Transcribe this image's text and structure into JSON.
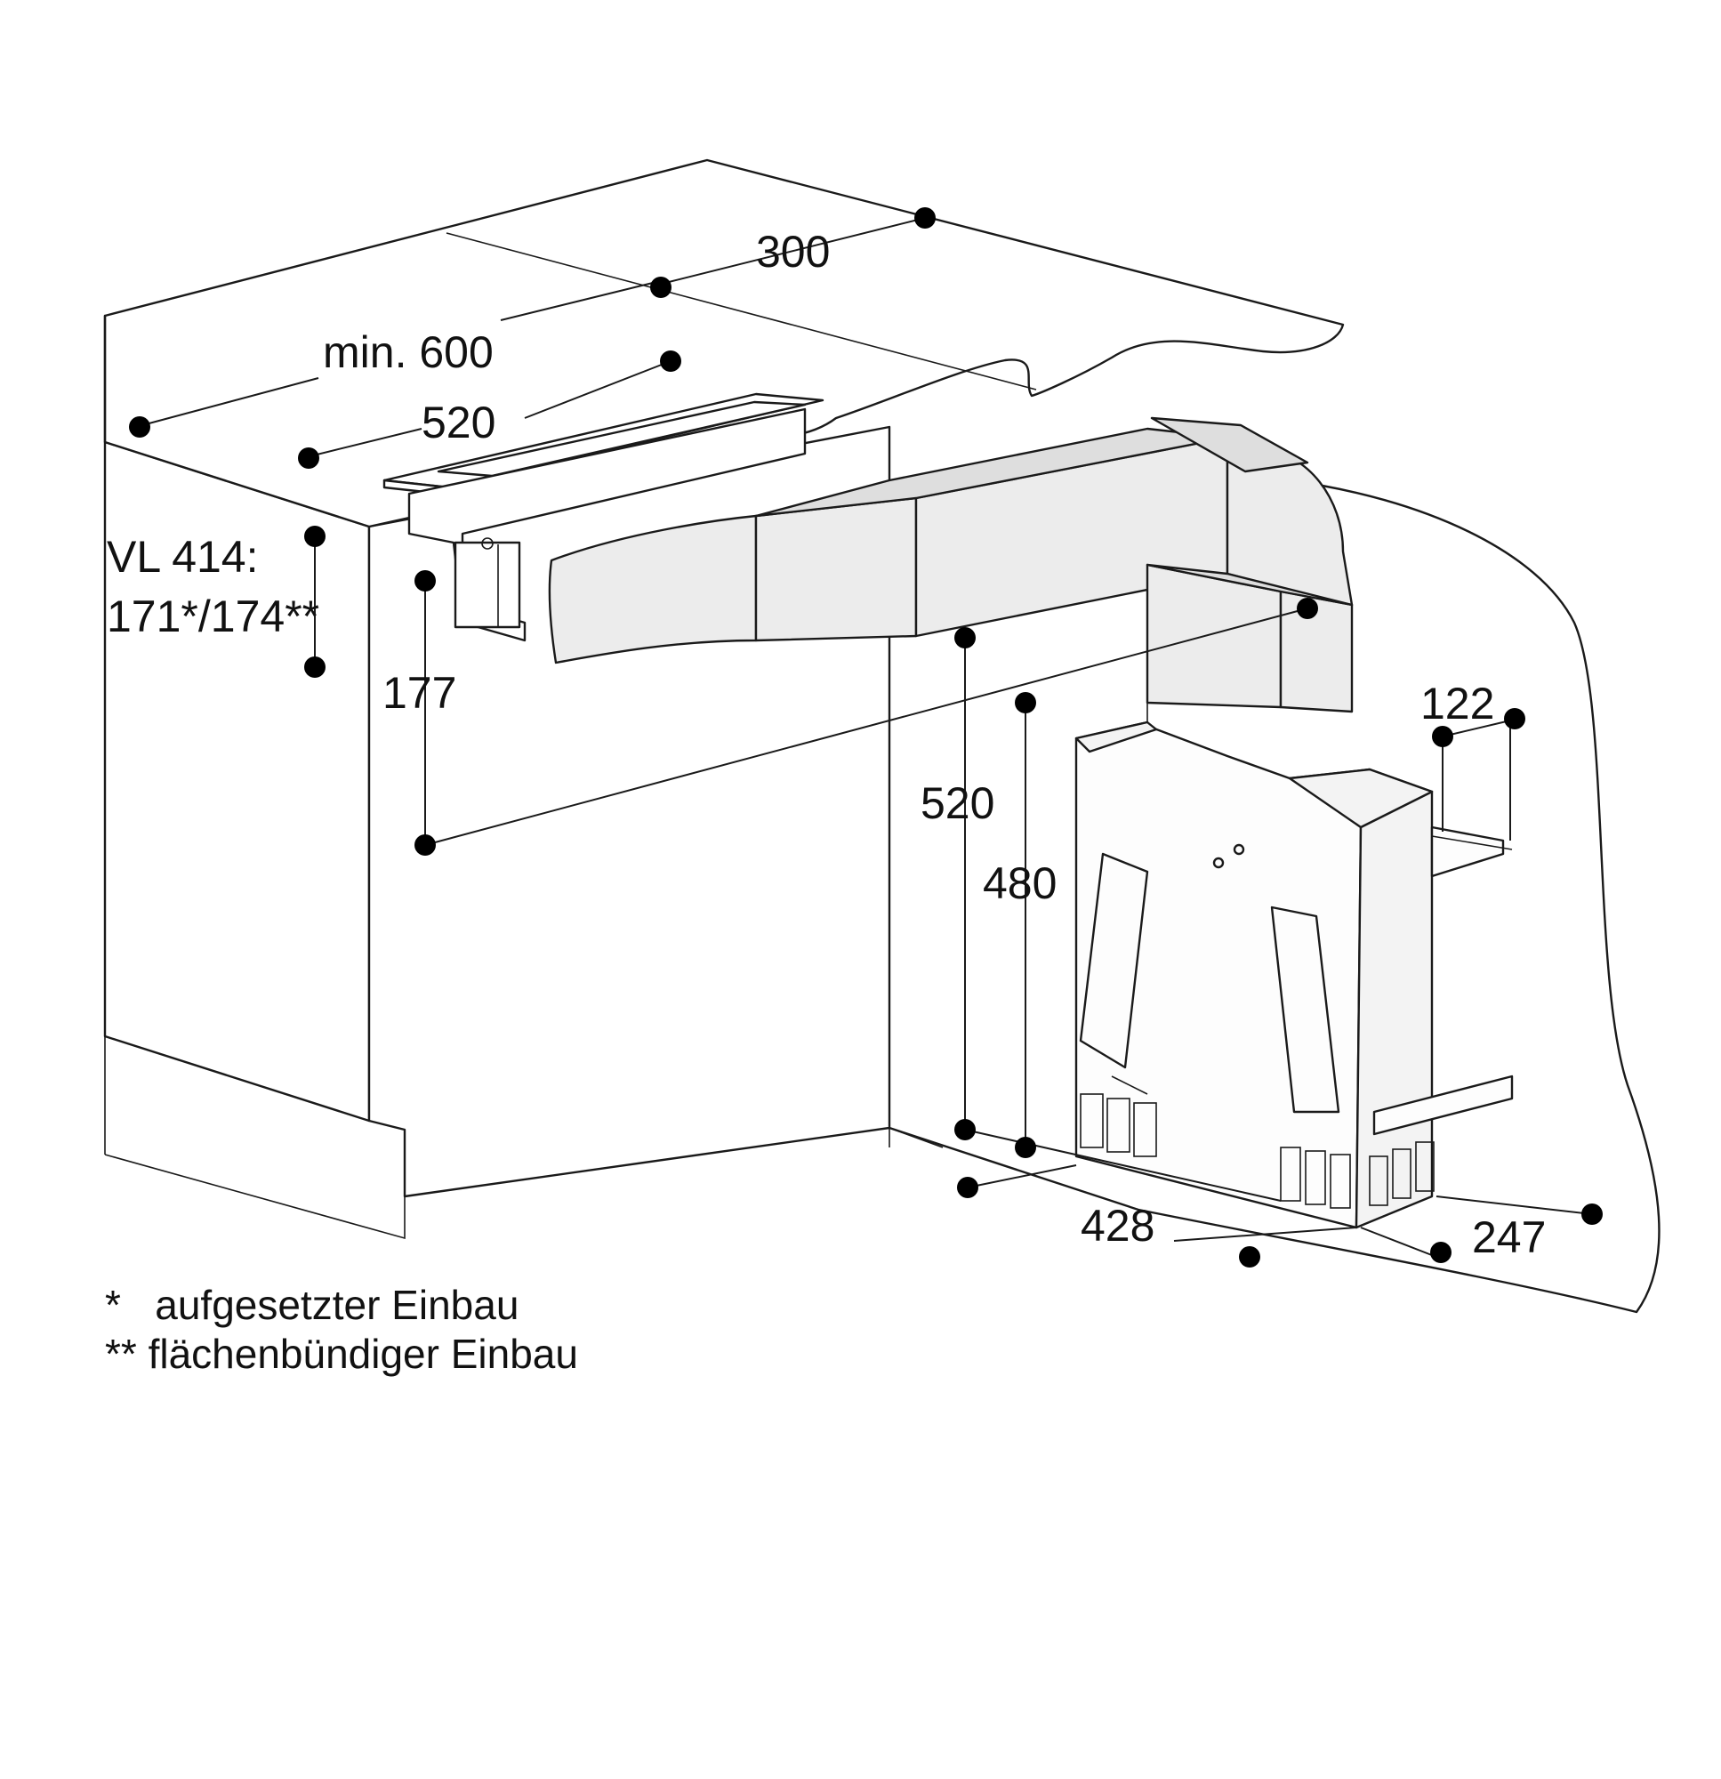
{
  "dimensions": {
    "countertop_depth": "300",
    "min_width": "min. 600",
    "cutout_width": "520",
    "model_label": "VL 414:",
    "model_heights": "171*/174**",
    "duct_height": "177",
    "unit_height": "520",
    "unit_height_inner": "480",
    "unit_width": "428",
    "unit_depth": "247",
    "flange_depth": "122"
  },
  "notes": {
    "note1": "*   aufgesetzter Einbau",
    "note2": "** flächenbündiger Einbau"
  }
}
